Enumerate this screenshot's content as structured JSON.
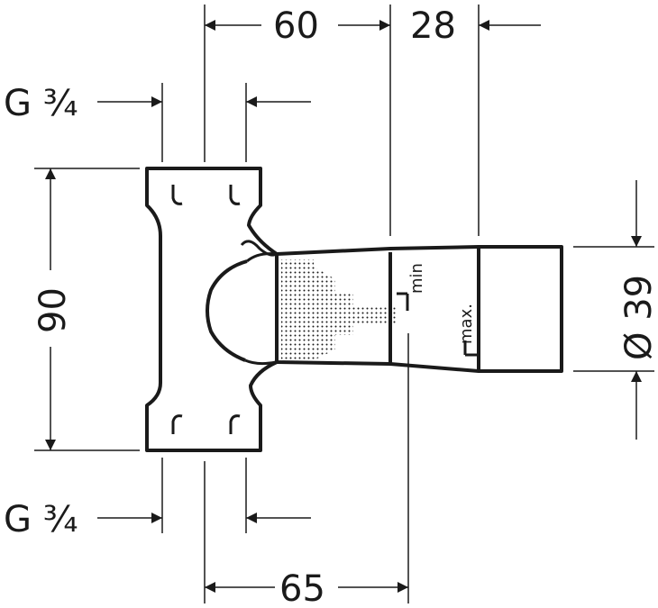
{
  "dimensions": {
    "top_left": "60",
    "top_right": "28",
    "height": "90",
    "bottom": "65",
    "diameter": "Ø 39"
  },
  "threads": {
    "top": "G ¾",
    "bottom": "G ¾"
  },
  "adjust": {
    "min": "min",
    "max": "max."
  },
  "colors": {
    "line": "#1a1a1a",
    "background": "#ffffff"
  }
}
